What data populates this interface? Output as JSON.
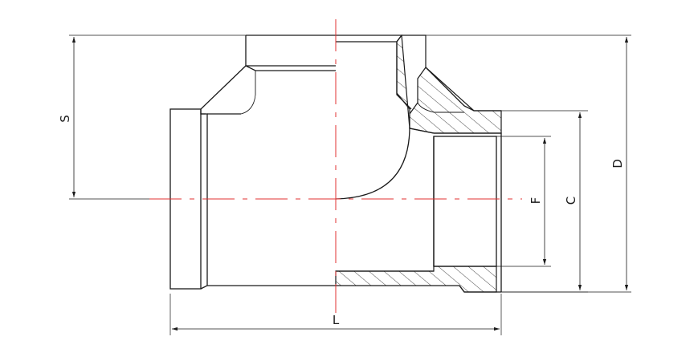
{
  "labels": {
    "S": "S",
    "D": "D",
    "C": "C",
    "F": "F",
    "L": "L"
  },
  "colors": {
    "outline": "#1a1a1a",
    "centerline": "#e03030",
    "background": "#ffffff"
  }
}
